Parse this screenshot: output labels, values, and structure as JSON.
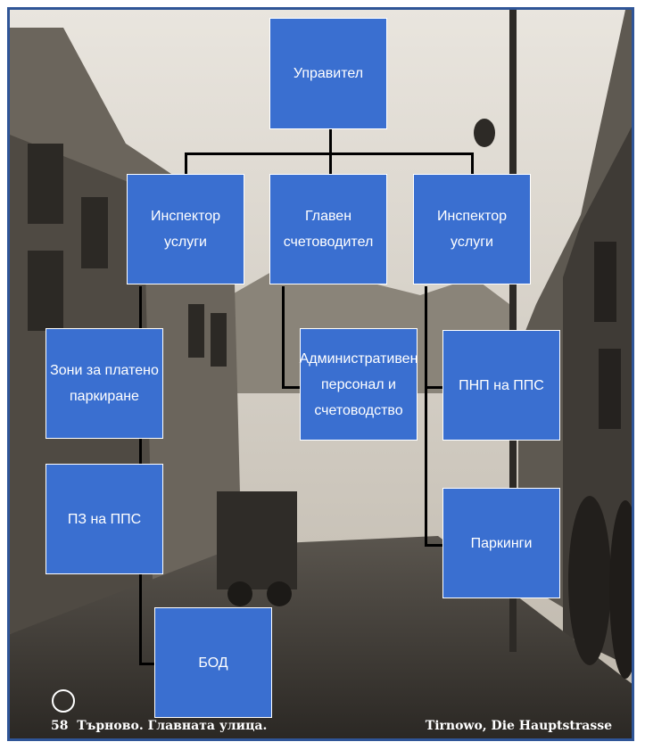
{
  "org_chart": {
    "manager": "Управител",
    "inspector_left": "Инспектор услуги",
    "chief_accountant": "Главен\nсчетоводител",
    "inspector_right": "Инспектор услуги",
    "paid_parking_zones": "Зони за платено\nпаркиране",
    "admin_staff": "Административен\nперсонал и\nсчетоводство",
    "pnp_pps": "ПНП на ППС",
    "pz_pps": "ПЗ на ППС",
    "parkings": "Паркинги",
    "bod": "БОД"
  },
  "photo_caption": {
    "left": "58  Търново. Главната улица.",
    "right": "Tirnowo, Die Hauptstrasse"
  },
  "colors": {
    "box_fill": "#3a6fd0",
    "frame_border": "#2f5597",
    "connector": "#000000"
  }
}
